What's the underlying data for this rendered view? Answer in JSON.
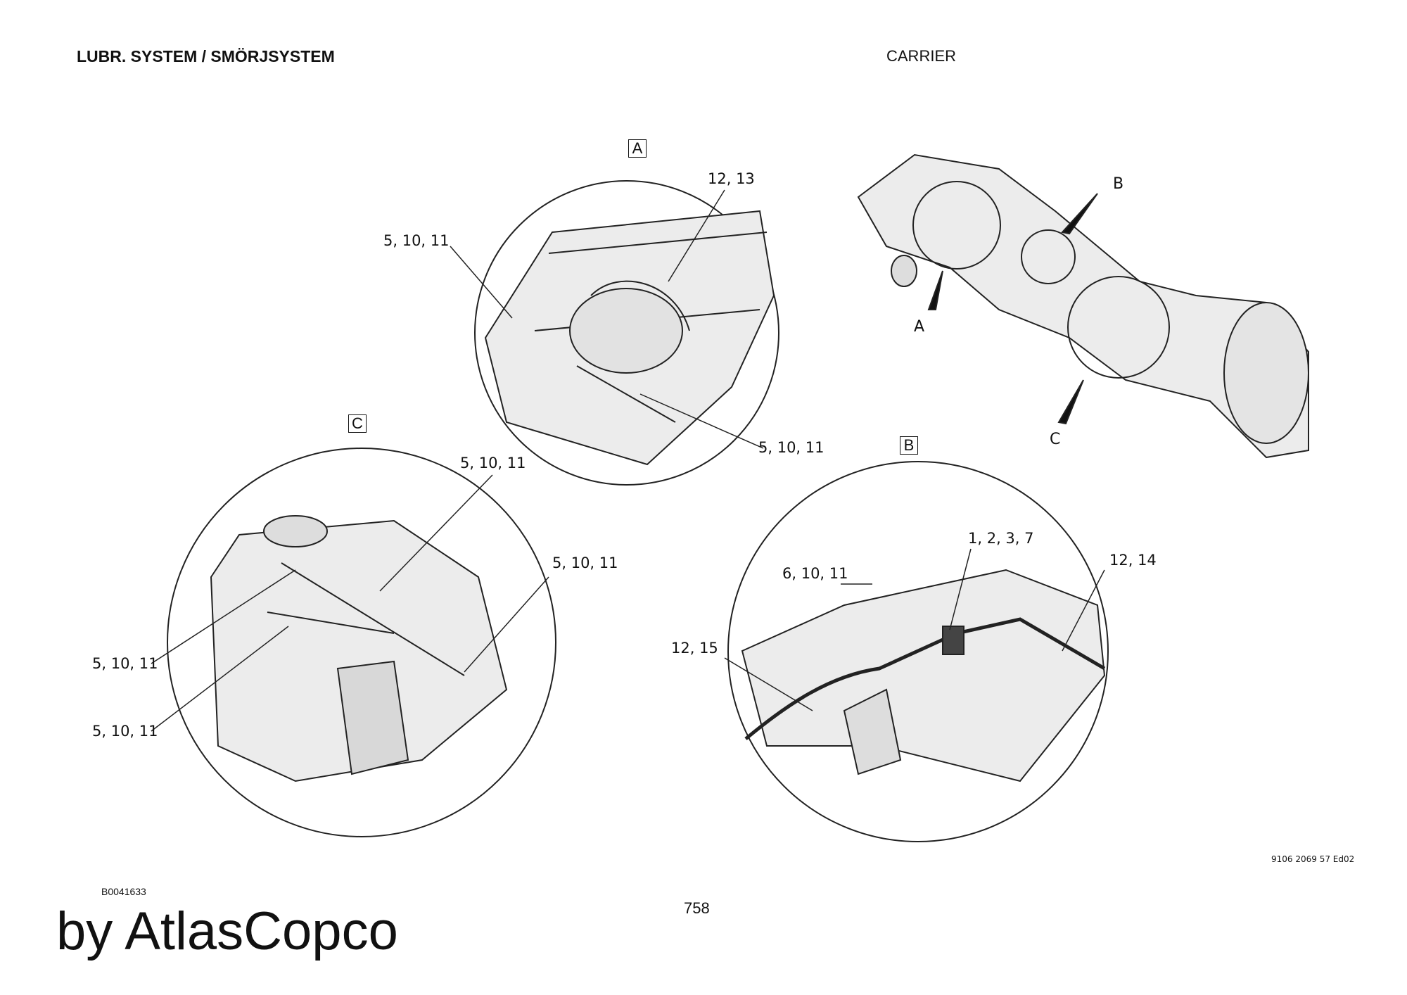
{
  "header": {
    "title": "LUBR. SYSTEM / SMÖRJSYSTEM",
    "section": "CARRIER"
  },
  "detail_a": {
    "box_label": "A",
    "callouts": [
      "12, 13",
      "5, 10, 11",
      "5, 10, 11"
    ]
  },
  "detail_b": {
    "box_label": "B",
    "callouts": [
      "1, 2, 3, 7",
      "6, 10, 11",
      "12, 14",
      "12, 15"
    ]
  },
  "detail_c": {
    "box_label": "C",
    "callouts": [
      "5, 10, 11",
      "5, 10, 11",
      "5, 10, 11",
      "5, 10, 11"
    ]
  },
  "overview": {
    "pointers": [
      "A",
      "B",
      "C"
    ]
  },
  "footer": {
    "doc_number": "9106 2069 57 Ed02",
    "figure_id": "B0041633",
    "page_number": "758",
    "brand": "by AtlasCopco"
  }
}
